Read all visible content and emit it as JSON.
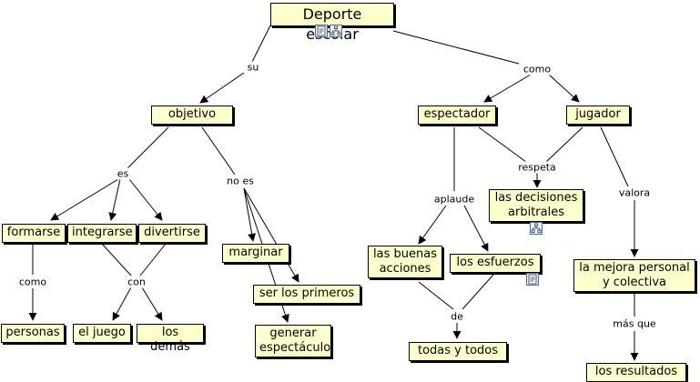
{
  "concepts": {
    "deporte": "Deporte escolar",
    "objetivo": "objetivo",
    "espectador": "espectador",
    "jugador": "jugador",
    "formarse": "formarse",
    "integrarse": "integrarse",
    "divertirse": "divertirse",
    "marginar": "marginar",
    "ser_primeros": "ser los primeros",
    "generar": "generar\nespectáculo",
    "personas": "personas",
    "el_juego": "el juego",
    "los_demas": "los demás",
    "decisiones": "las decisiones\narbitrales",
    "buenas": "las buenas\nacciones",
    "esfuerzos": "los esfuerzos",
    "todas": "todas y todos",
    "mejora": "la mejora personal\ny colectiva",
    "resultados": "los resultados"
  },
  "links": {
    "su": "su",
    "como": "como",
    "es": "es",
    "no_es": "no es",
    "como2": "como",
    "con": "con",
    "respeta": "respeta",
    "aplaude": "aplaude",
    "valora": "valora",
    "de": "de",
    "mas_que": "más que"
  },
  "icons": {
    "document": "document-icon",
    "submap": "concept-map-icon"
  }
}
